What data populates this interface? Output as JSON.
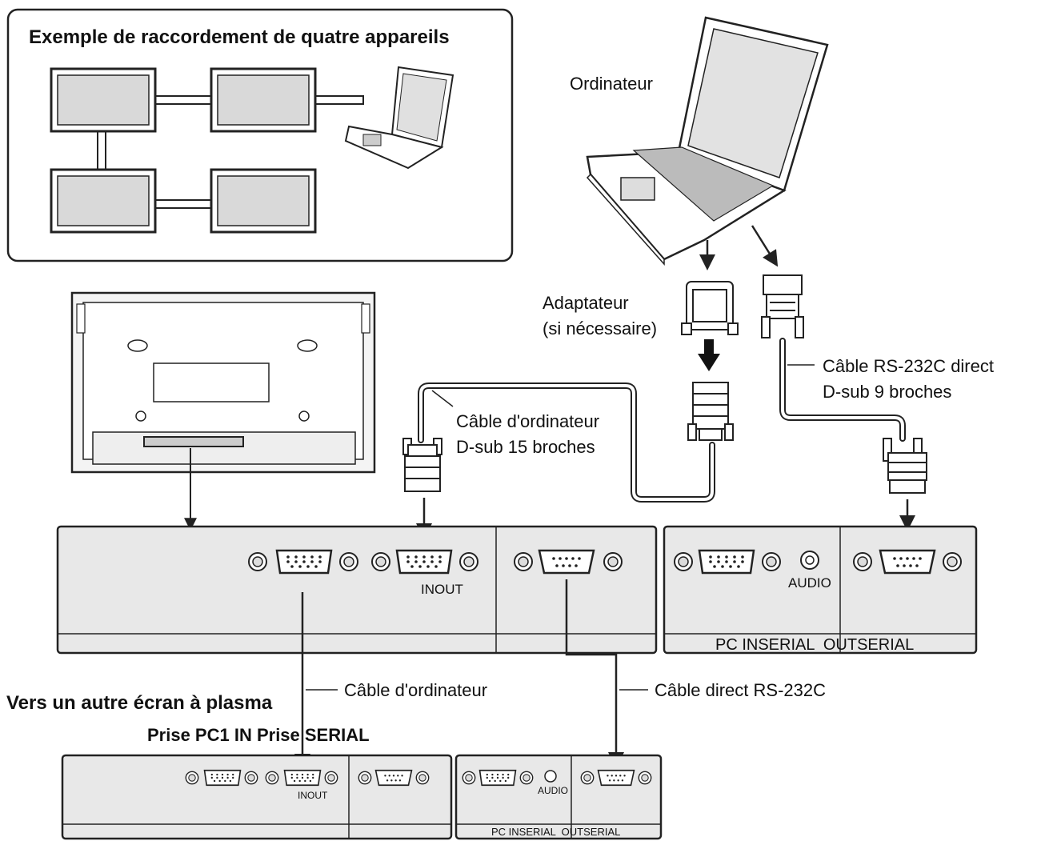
{
  "inset": {
    "title": "Exemple de raccordement de quatre appareils"
  },
  "labels": {
    "computer": "Ordinateur",
    "adapter_line1": "Adaptateur",
    "adapter_line2": "(si nécessaire)",
    "rs232_line1": "Câble RS-232C direct",
    "rs232_line2": "D-sub 9 broches",
    "pc_cable_line1": "Câble d'ordinateur",
    "pc_cable_line2": "D-sub 15 broches",
    "pc_cable_short": "Câble d'ordinateur",
    "rs232_short": "Câble direct RS-232C",
    "other_plasma": "Vers un autre écran à plasma",
    "sockets": "Prise PC1 IN Prise SERIAL"
  },
  "panels": {
    "top": {
      "inout": "INOUT",
      "audio": "AUDIO",
      "footer": "PC INSERIAL  OUTSERIAL"
    },
    "bottom": {
      "inout": "INOUT",
      "audio": "AUDIO",
      "footer": "PC INSERIAL  OUTSERIAL"
    }
  },
  "colors": {
    "line": "#222222",
    "panel_fill": "#e8e8e8",
    "screen_fill": "#d9d9d9",
    "background": "#ffffff"
  }
}
